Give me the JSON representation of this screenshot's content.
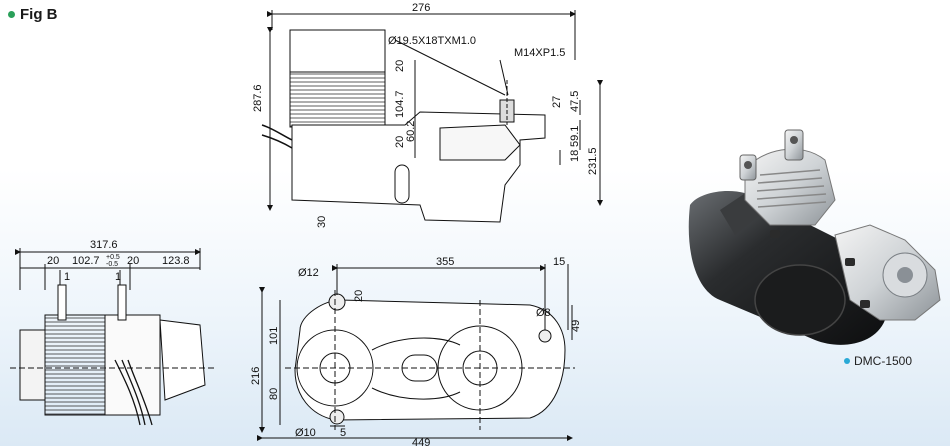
{
  "figure": {
    "title": "Fig B",
    "model_label": "DMC-1500",
    "bullet_color": "#2aa05a",
    "model_bullet_color": "#29a9d6"
  },
  "top_view": {
    "width": "276",
    "height": "287.6",
    "thread_spec": "Ø19.5X18TXM1.0",
    "shaft_spec": "M14XP1.5",
    "dim_20_top": "20",
    "dim_104_7": "104.7",
    "dim_60_2": "60.2",
    "dim_20_mid": "20",
    "dim_27": "27",
    "dim_47_5": "47.5",
    "dim_59_1": "59.1",
    "dim_18": "18",
    "dim_231_5": "231.5",
    "dim_30": "30"
  },
  "side_view": {
    "width": "317.6",
    "dim_20_left": "20",
    "dim_102_7": "102.7",
    "tol_plus": "+0.5",
    "tol_minus": "-0.5",
    "dim_20_right": "20",
    "dim_123_8": "123.8",
    "dim_1_left": "1",
    "dim_1_right": "1"
  },
  "bottom_view": {
    "hole_top": "Ø12",
    "dim_355": "355",
    "dim_15": "15",
    "dim_20": "20",
    "hole_right": "Ø8",
    "dim_49": "49",
    "dim_101": "101",
    "dim_216": "216",
    "dim_80": "80",
    "hole_bottom": "Ø10",
    "dim_5": "5",
    "dim_449": "449"
  }
}
